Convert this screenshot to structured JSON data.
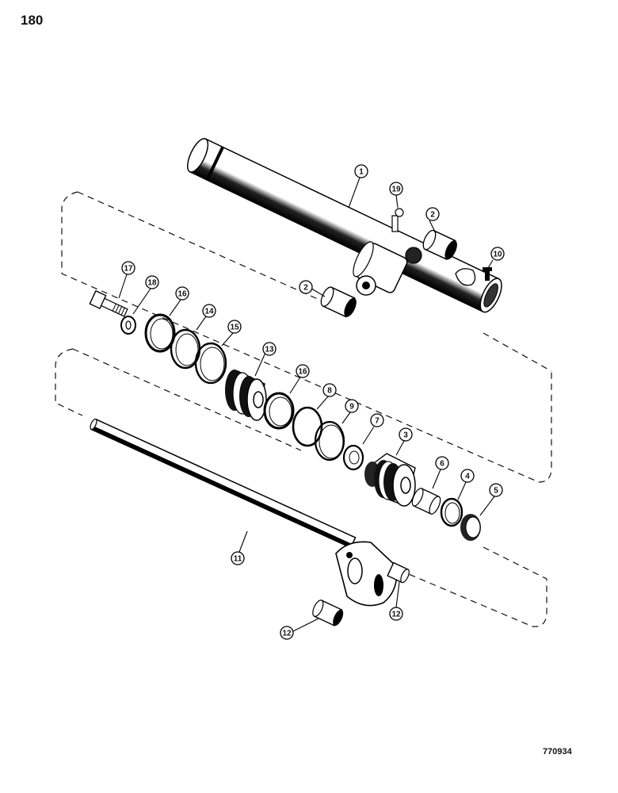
{
  "page": {
    "number": "180",
    "drawing_number": "770934"
  },
  "callouts": [
    "1",
    "2",
    "2",
    "3",
    "4",
    "5",
    "6",
    "7",
    "8",
    "9",
    "10",
    "11",
    "12",
    "12",
    "13",
    "14",
    "15",
    "16",
    "16",
    "17",
    "18",
    "19"
  ]
}
